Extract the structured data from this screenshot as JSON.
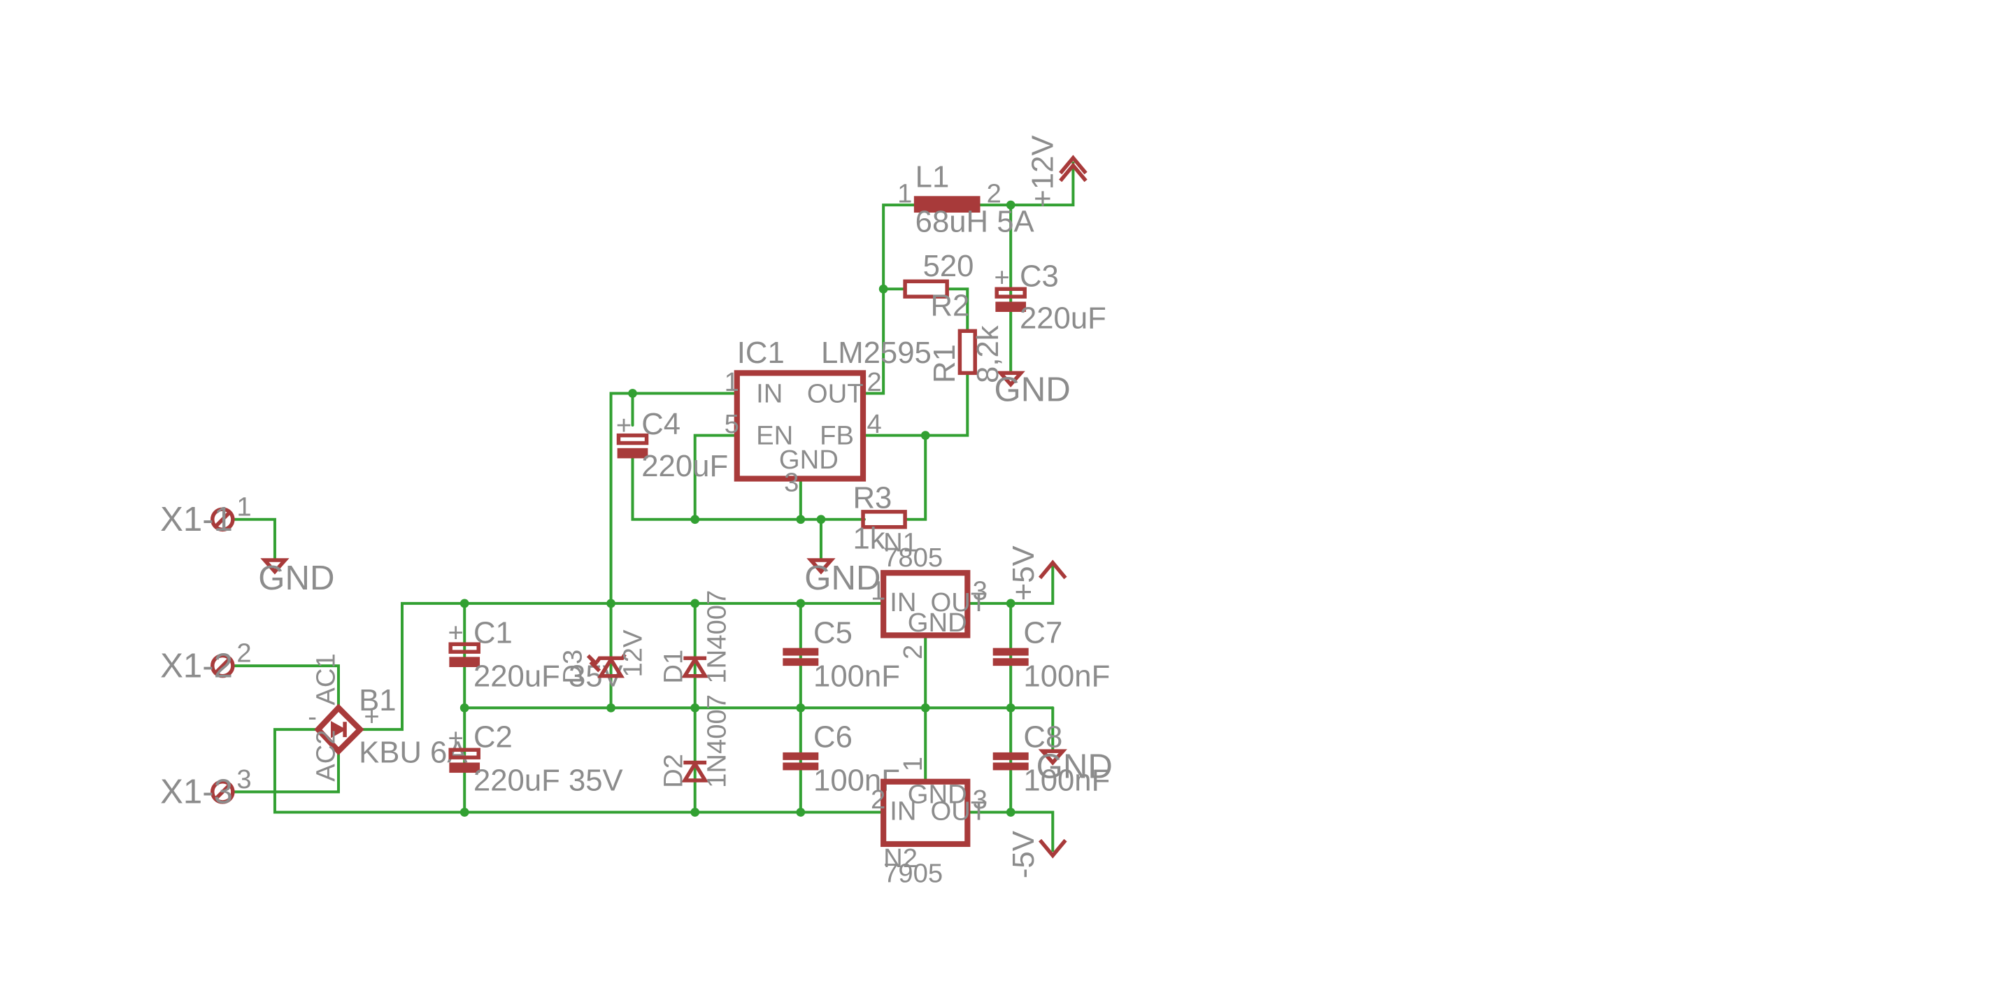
{
  "connectors": [
    {
      "ref": "X1-1",
      "pin": "1"
    },
    {
      "ref": "X1-2",
      "pin": "2"
    },
    {
      "ref": "X1-3",
      "pin": "3"
    }
  ],
  "gnd_label": "GND",
  "components": {
    "B1": {
      "ref": "B1",
      "value": "KBU 6A",
      "pins": {
        "ac1": "AC1",
        "ac2": "AC2",
        "plus": "+",
        "minus": "-"
      }
    },
    "C1": {
      "ref": "C1",
      "value": "220uF 35V"
    },
    "C2": {
      "ref": "C2",
      "value": "220uF 35V"
    },
    "C3": {
      "ref": "C3",
      "value": "220uF"
    },
    "C4": {
      "ref": "C4",
      "value": "220uF"
    },
    "C5": {
      "ref": "C5",
      "value": "100nF"
    },
    "C6": {
      "ref": "C6",
      "value": "100nF"
    },
    "C7": {
      "ref": "C7",
      "value": "100nF"
    },
    "C8": {
      "ref": "C8",
      "value": "100nF"
    },
    "D1": {
      "ref": "D1",
      "value": "1N4007"
    },
    "D2": {
      "ref": "D2",
      "value": "1N4007"
    },
    "D3": {
      "ref": "D3",
      "value": "12V"
    },
    "L1": {
      "ref": "L1",
      "value": "68uH 5A",
      "pin1": "1",
      "pin2": "2"
    },
    "R1": {
      "ref": "R1",
      "value": "8,2k"
    },
    "R2": {
      "ref": "R2",
      "value": "520"
    },
    "R3": {
      "ref": "R3",
      "value": "1k"
    },
    "IC1": {
      "ref": "IC1",
      "value": "LM2595",
      "pins": {
        "in": "IN",
        "out": "OUT",
        "en": "EN",
        "fb": "FB",
        "gnd": "GND"
      },
      "pin_numbers": {
        "in": "1",
        "out": "2",
        "en": "5",
        "fb": "4",
        "gnd": "3"
      }
    },
    "N1": {
      "ref": "N1",
      "value": "7805",
      "pins": {
        "in": "IN",
        "out": "OUT",
        "gnd": "GND"
      },
      "pin_numbers": {
        "in": "1",
        "out": "3",
        "gnd": "2"
      }
    },
    "N2": {
      "ref": "N2",
      "value": "7905",
      "pins": {
        "in": "IN",
        "out": "OUT",
        "gnd": "GND"
      },
      "pin_numbers": {
        "in": "2",
        "out": "3",
        "gnd": "1"
      }
    }
  },
  "supplies": {
    "p12": "+12V",
    "p5": "+5V",
    "n5": "-5V"
  },
  "colors": {
    "wire": "#32a032",
    "symbol": "#a83a3a",
    "text": "#8c8c8c",
    "background": "#ffffff"
  }
}
